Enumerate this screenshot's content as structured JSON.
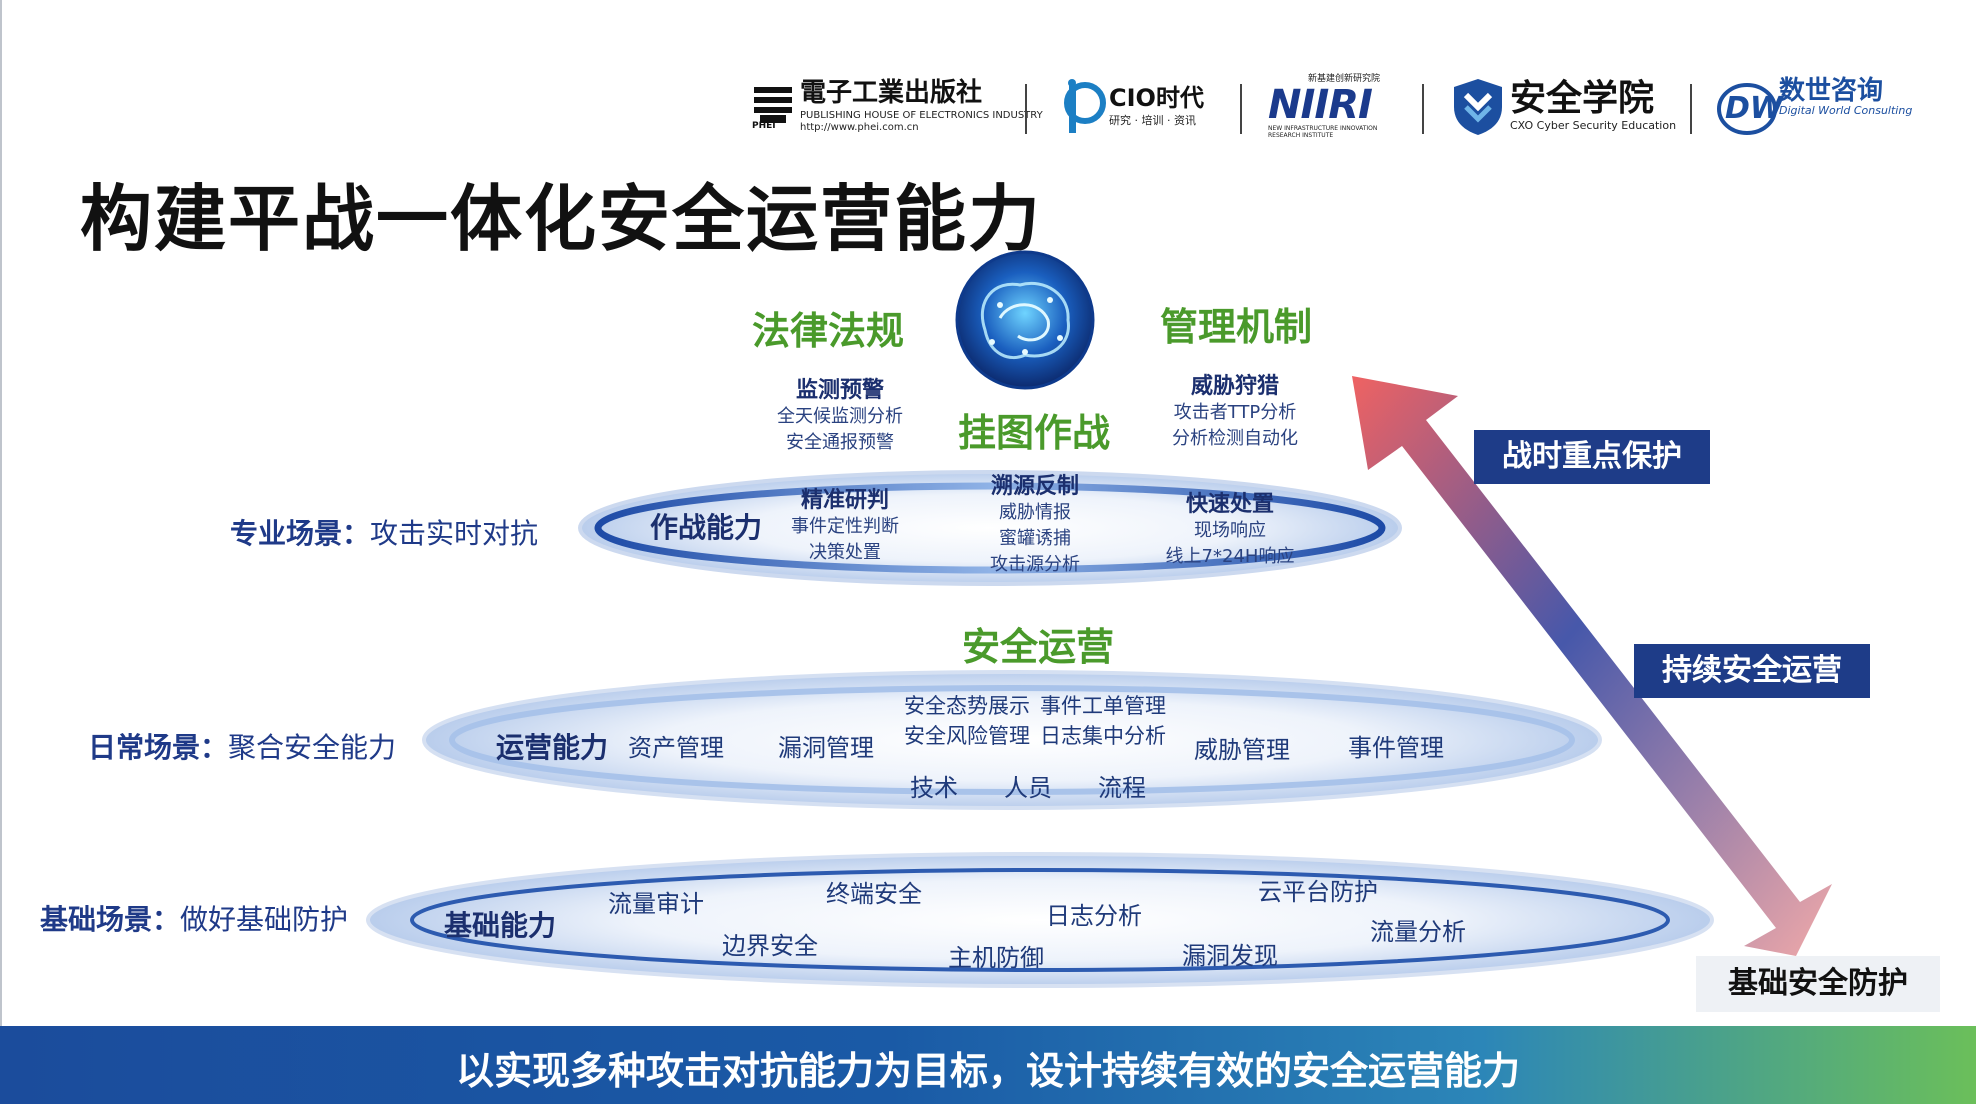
{
  "logos": {
    "phei_main": "電子工業出版社",
    "phei_sub1": "PUBLISHING HOUSE OF ELECTRONICS INDUSTRY",
    "phei_sub2": "http://www.phei.com.cn",
    "phei_mark": "PHEI",
    "cio_main": "CIO时代",
    "cio_sub": "研究 · 培训 · 资讯",
    "niiri_main": "NIIRI",
    "niiri_top": "新基建创新研究院",
    "niiri_sub": "NEW INFRASTRUCTURE INNOVATION RESEARCH INSTITUTE",
    "cxo_main": "安全学院",
    "cxo_sub": "CXO Cyber Security Education",
    "dw_main": "数世咨询",
    "dw_sub": "Digital World Consulting",
    "dw_mark": "DW"
  },
  "title": "构建平战一体化安全运营能力",
  "top": {
    "law": "法律法规",
    "management": "管理机制",
    "core": "挂图作战"
  },
  "monitor": {
    "head": "监测预警",
    "lines": [
      "全天候监测分析",
      "安全通报预警"
    ]
  },
  "hunting": {
    "head": "威胁狩猎",
    "lines": [
      "攻击者TTP分析",
      "分析检测自动化"
    ]
  },
  "combat": {
    "label": "作战能力",
    "research": {
      "head": "精准研判",
      "lines": [
        "事件定性判断",
        "决策处置"
      ]
    },
    "trace": {
      "head": "溯源反制",
      "lines": [
        "威胁情报",
        "蜜罐诱捕",
        "攻击源分析"
      ]
    },
    "response": {
      "head": "快速处置",
      "lines": [
        "现场响应",
        "线上7*24H响应"
      ]
    }
  },
  "security_ops": "安全运营",
  "operation": {
    "label": "运营能力",
    "asset": "资产管理",
    "vuln": "漏洞管理",
    "situation": "安全态势展示",
    "ticket": "事件工单管理",
    "risk": "安全风险管理",
    "log": "日志集中分析",
    "threat": "威胁管理",
    "event": "事件管理",
    "tech": "技术",
    "people": "人员",
    "process": "流程"
  },
  "basic": {
    "label": "基础能力",
    "traffic_audit": "流量审计",
    "border": "边界安全",
    "endpoint": "终端安全",
    "host": "主机防御",
    "log_analysis": "日志分析",
    "vuln_find": "漏洞发现",
    "cloud": "云平台防护",
    "traffic_analysis": "流量分析"
  },
  "scenes": {
    "pro_bold": "专业场景：",
    "pro_text": "攻击实时对抗",
    "daily_bold": "日常场景：",
    "daily_text": "聚合安全能力",
    "base_bold": "基础场景：",
    "base_text": "做好基础防护"
  },
  "right": {
    "wartime": "战时重点保护",
    "continuous": "持续安全运营",
    "base_protection": "基础安全防护"
  },
  "footer": "以实现多种攻击对抗能力为目标，设计持续有效的安全运营能力",
  "colors": {
    "green": "#4a9a2b",
    "navy": "#1e3c88",
    "arrow_top": "#e85a5a",
    "arrow_mid": "#3f4fa8",
    "arrow_bottom": "#e8a0a0"
  }
}
